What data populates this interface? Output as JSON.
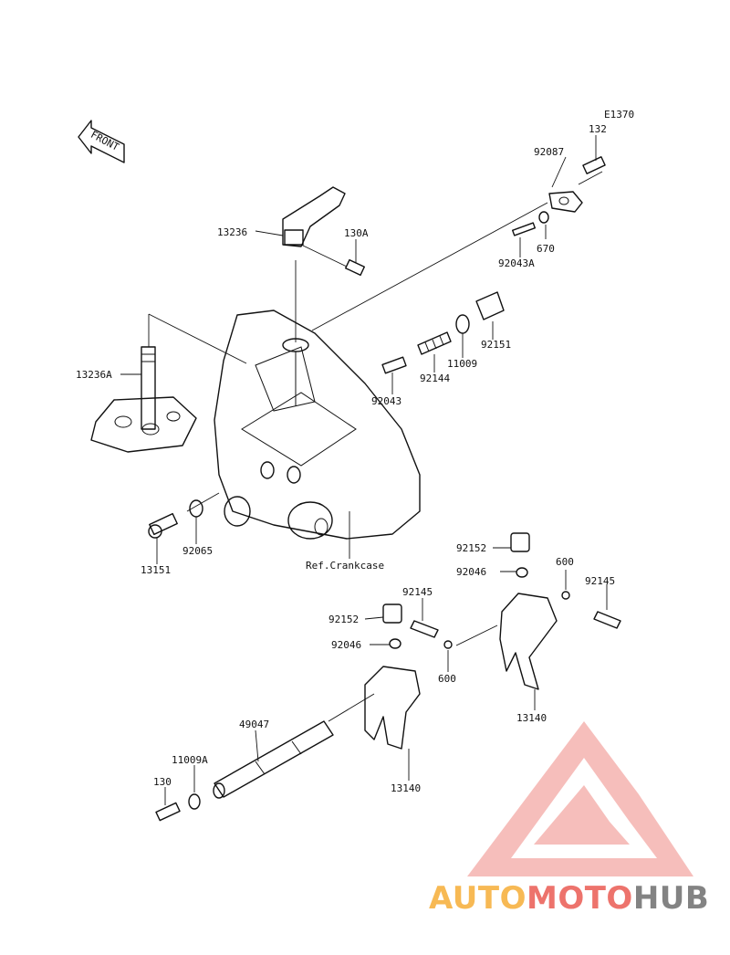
{
  "diagram": {
    "code": "E1370",
    "front_label": "FRONT",
    "ref_label": "Ref.Crankcase",
    "parts": {
      "p132": "132",
      "p92087": "92087",
      "p670": "670",
      "p92043A": "92043A",
      "p13236": "13236",
      "p130A": "130A",
      "p92151": "92151",
      "p11009": "11009",
      "p92144": "92144",
      "p92043": "92043",
      "p13236A": "13236A",
      "p13151": "13151",
      "p92065": "92065",
      "p92152a": "92152",
      "p92046a": "92046",
      "p600a": "600",
      "p92145a": "92145",
      "p13140a": "13140",
      "p92152b": "92152",
      "p92145b": "92145",
      "p92046b": "92046",
      "p600b": "600",
      "p49047": "49047",
      "p11009A": "11009A",
      "p130": "130",
      "p13140b": "13140"
    }
  },
  "watermark": {
    "auto": "AUTO",
    "moto": "MOTO",
    "hub": "HUB",
    "colors": {
      "red": "#e8453c",
      "orange": "#f5a21b",
      "gray": "#5a5a5a"
    }
  }
}
